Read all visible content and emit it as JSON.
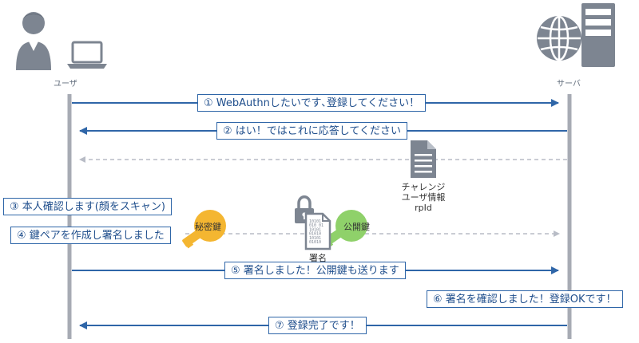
{
  "actors": {
    "user": {
      "label": "ユーザ"
    },
    "server": {
      "label": "サーバ"
    }
  },
  "messages": {
    "m1": "① WebAuthnしたいです､登録してください！",
    "m2": "② はい！ではこれに応答してください",
    "m3": "③ 本人確認します(顔をスキャン)",
    "m4": "④ 鍵ペアを作成し署名しました",
    "m5": "⑤ 署名しました！公開鍵も送ります",
    "m6": "⑥ 署名を確認しました！登録OKです！",
    "m7": "⑦ 登録完了です！"
  },
  "challenge": {
    "line1": "チャレンジ",
    "line2": "ユーザ情報",
    "line3": "rpId"
  },
  "keys": {
    "private_key": "秘密鍵",
    "public_key": "公開鍵",
    "signature": "署名",
    "signature_bits": [
      "10101",
      "010 01",
      "10101",
      "01010",
      "10101",
      "01010"
    ]
  },
  "colors": {
    "arrow": "#2f66a8",
    "lifeline": "#a7abb4",
    "dashed": "#b8bcc6",
    "icon_gray": "#7d8591",
    "private_key": "#f4b631",
    "public_key": "#8fd16a"
  }
}
